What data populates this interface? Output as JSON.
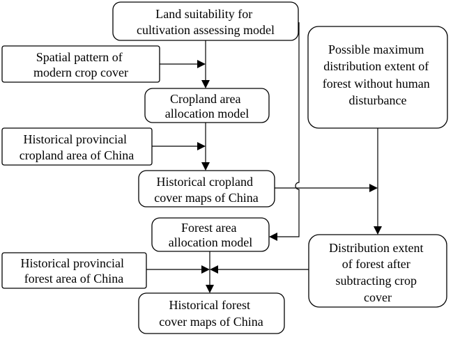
{
  "nodes": {
    "land_suitability_model": [
      "Land suitability for",
      "cultivation assessing model"
    ],
    "spatial_pattern": [
      "Spatial pattern of",
      "modern crop cover"
    ],
    "cropland_allocation_model": [
      "Cropland area",
      "allocation model"
    ],
    "historical_provincial_cropland": [
      "Historical provincial",
      "cropland area of China"
    ],
    "historical_cropland_maps": [
      "Historical cropland",
      "cover maps of China"
    ],
    "forest_allocation_model": [
      "Forest area",
      "allocation model"
    ],
    "historical_provincial_forest": [
      "Historical provincial",
      "forest area of China"
    ],
    "historical_forest_maps": [
      "Historical forest",
      "cover maps of China"
    ],
    "possible_max_forest": [
      "Possible maximum",
      "distribution extent of",
      "forest without human",
      "disturbance"
    ],
    "forest_after_subtracting_crop": [
      "Distribution extent",
      "of forest after",
      "subtracting crop",
      "cover"
    ]
  }
}
